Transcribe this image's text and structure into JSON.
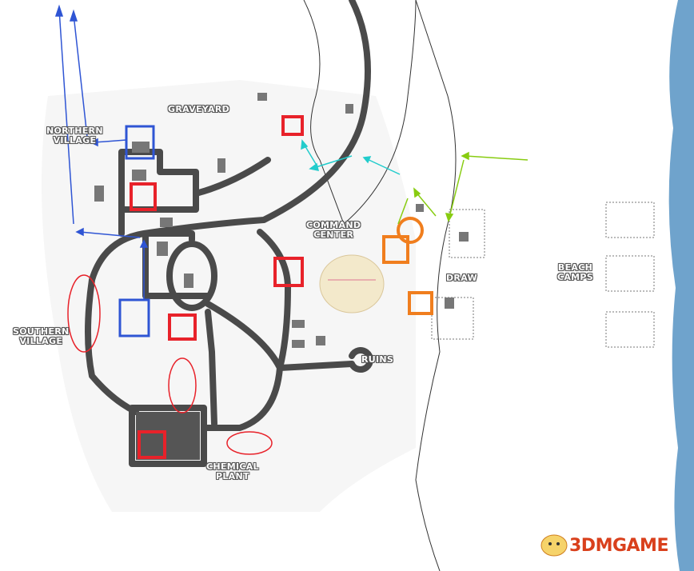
{
  "map": {
    "locations": [
      {
        "id": "graveyard",
        "label": "GRAVEYARD"
      },
      {
        "id": "northern-village",
        "label": "NORTHERN\nVILLAGE"
      },
      {
        "id": "command-center",
        "label": "COMMAND\nCENTER"
      },
      {
        "id": "draw",
        "label": "DRAW"
      },
      {
        "id": "beach-camps",
        "label": "BEACH\nCAMPS"
      },
      {
        "id": "southern-village",
        "label": "SOUTHERN\nVILLAGE"
      },
      {
        "id": "ruins",
        "label": "RUINS"
      },
      {
        "id": "chemical-plant",
        "label": "CHEMICAL\nPLANT"
      }
    ],
    "colors": {
      "road": "#4a4a4a",
      "building": "#777777",
      "sea": "#6fa3cc",
      "red": "#e8222a",
      "blue": "#2f55d4",
      "orange": "#f07e1e",
      "cyan": "#22cccc",
      "green": "#88cc11"
    }
  },
  "watermark": {
    "text": "3DMGAME"
  }
}
